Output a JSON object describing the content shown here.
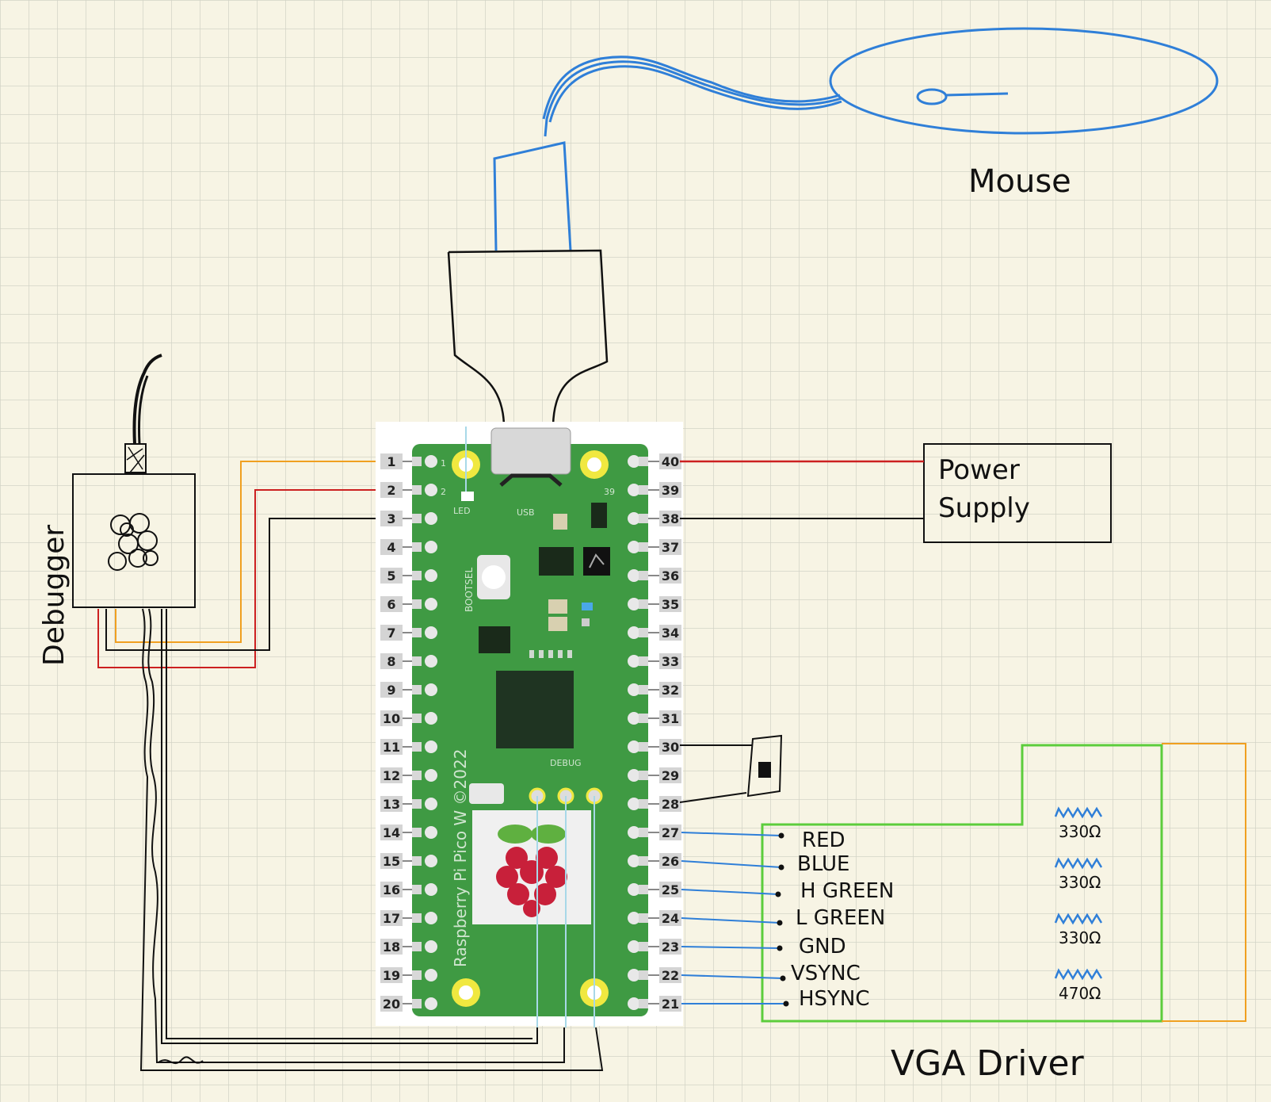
{
  "labels": {
    "mouse": "Mouse",
    "debugger": "Debugger",
    "power_supply_line1": "Power",
    "power_supply_line2": "Supply",
    "vga_driver": "VGA Driver"
  },
  "vga_signals": [
    "RED",
    "BLUE",
    "H GREEN",
    "L GREEN",
    "GND",
    "VSYNC",
    "HSYNC"
  ],
  "resistors": [
    "330Ω",
    "330Ω",
    "330Ω",
    "470Ω"
  ],
  "board": {
    "name": "Raspberry Pi Pico W ©2022",
    "silk_led": "LED",
    "silk_usb": "USB",
    "silk_bootsel": "BOOTSEL",
    "silk_debug": "DEBUG",
    "silk_1": "1",
    "silk_2": "2",
    "silk_39": "39"
  },
  "pins_left": [
    "1",
    "2",
    "3",
    "4",
    "5",
    "6",
    "7",
    "8",
    "9",
    "10",
    "11",
    "12",
    "13",
    "14",
    "15",
    "16",
    "17",
    "18",
    "19",
    "20"
  ],
  "pins_right": [
    "40",
    "39",
    "38",
    "37",
    "36",
    "35",
    "34",
    "33",
    "32",
    "31",
    "30",
    "29",
    "28",
    "27",
    "26",
    "25",
    "24",
    "23",
    "22",
    "21"
  ],
  "colors": {
    "paper": "#f7f4e4",
    "grid": "#d6d6cc",
    "board_green": "#3f9a43",
    "wire_blue": "#2f7fd8",
    "wire_red": "#cc2020",
    "wire_orange": "#f0a020",
    "wire_black": "#111111",
    "vga_box_green": "#5ccd3c"
  }
}
